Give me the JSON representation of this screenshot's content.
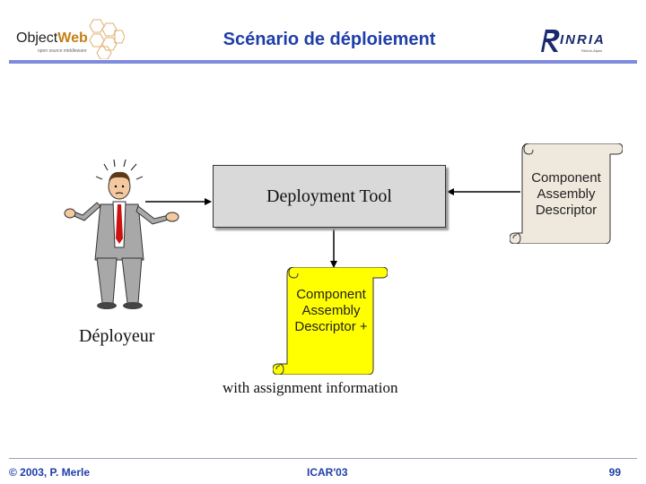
{
  "header": {
    "title": "Scénario de déploiement",
    "left_logo": {
      "text_object": "Object",
      "text_web": "Web",
      "tagline": "open source middleware",
      "icon": "honeycomb-icon"
    },
    "right_logo": {
      "text": "INRIA",
      "tagline": "Rhône-Alpes",
      "icon": "inria-r-icon"
    }
  },
  "diagram": {
    "actor_label": "Déployeur",
    "actor_icon": "confused-businessman-icon",
    "tool_label": "Deployment Tool",
    "descriptor_input": {
      "lines": [
        "Component",
        "Assembly",
        "Descriptor"
      ],
      "color": "#efe8dd"
    },
    "descriptor_output": {
      "lines": [
        "Component",
        "Assembly",
        "Descriptor +"
      ],
      "color": "#ffff00"
    },
    "output_caption": "with assignment information"
  },
  "footer": {
    "copyright": "© 2003, P. Merle",
    "event": "ICAR'03",
    "page_number": "99"
  },
  "colors": {
    "accent": "#1f3ea8",
    "rule": "#7f8bdc",
    "tool_fill": "#d9d9d9"
  }
}
